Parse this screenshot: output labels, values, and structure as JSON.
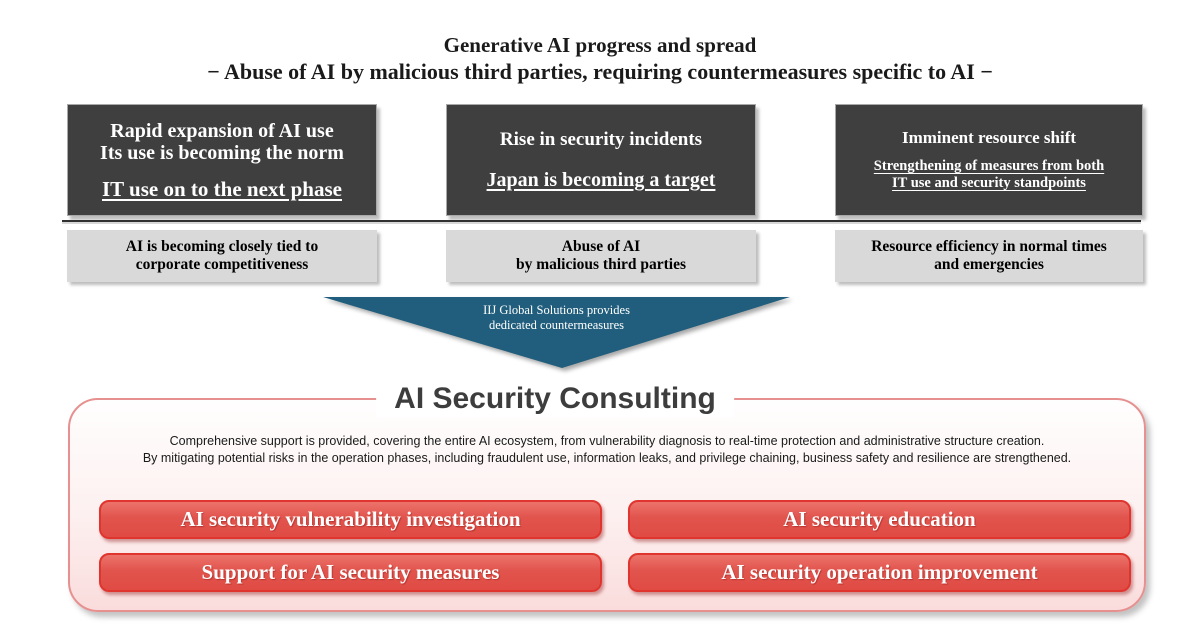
{
  "header": {
    "title_line1": "Generative AI progress and spread",
    "title_line2": "− Abuse of AI by malicious third parties, requiring countermeasures specific to AI −"
  },
  "challenges": [
    {
      "lines": [
        "Rapid expansion of AI use",
        "Its use is becoming the norm"
      ],
      "highlight_lines": [
        "IT use on to the next phase"
      ]
    },
    {
      "lines": [
        "Rise in security incidents"
      ],
      "highlight_lines": [
        "Japan is becoming a target"
      ]
    },
    {
      "lines": [
        "Imminent resource shift"
      ],
      "highlight_lines": [
        "Strengthening of measures from both",
        "IT use and security standpoints"
      ]
    }
  ],
  "implications": [
    {
      "lines": [
        "AI is becoming closely tied to",
        "corporate competitiveness"
      ]
    },
    {
      "lines": [
        "Abuse of AI",
        "by malicious third parties"
      ]
    },
    {
      "lines": [
        "Resource efficiency in normal times",
        "and emergencies"
      ]
    }
  ],
  "arrow": {
    "label_line1": "IIJ Global Solutions provides",
    "label_line2": "dedicated countermeasures",
    "color": "#215e7d"
  },
  "consulting": {
    "title": "AI Security Consulting",
    "description_line1": "Comprehensive support is provided, covering the entire AI ecosystem, from vulnerability diagnosis to real-time protection and administrative structure creation.",
    "description_line2": "By mitigating potential risks in the operation phases, including fraudulent use, information leaks, and privilege chaining, business safety and resilience are strengthened.",
    "services": [
      "AI security vulnerability investigation",
      "AI security education",
      "Support for AI security measures",
      "AI security operation improvement"
    ]
  },
  "colors": {
    "challenge_box_bg": "#3f3f3f",
    "implication_box_bg": "#d9d9d9",
    "arrow_teal": "#215e7d",
    "consulting_border_pink": "#e79090",
    "service_button_red": "#e0524b"
  }
}
